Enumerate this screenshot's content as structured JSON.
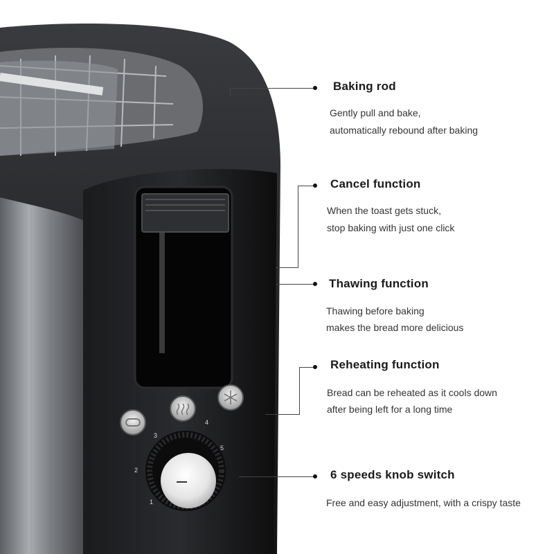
{
  "features": [
    {
      "title": "Baking rod",
      "lines": [
        "Gently pull and bake,",
        "automatically rebound after baking"
      ]
    },
    {
      "title": "Cancel function",
      "lines": [
        "When the toast gets stuck,",
        "stop baking with just one click"
      ]
    },
    {
      "title": "Thawing function",
      "lines": [
        "Thawing before baking",
        "makes the bread more delicious"
      ]
    },
    {
      "title": "Reheating function",
      "lines": [
        "Bread can be reheated as it cools down",
        "after being left for a long time"
      ]
    },
    {
      "title": "6 speeds knob switch",
      "lines": [
        "Free and easy adjustment, with a crispy taste"
      ]
    }
  ],
  "dial": {
    "numbers": [
      "1",
      "2",
      "3",
      "4",
      "5"
    ]
  },
  "colors": {
    "body": "#1c1c1e",
    "steel": "#8a8d92",
    "text": "#1a1a1a",
    "background": "#ffffff"
  },
  "icons": [
    "cancel-button-icon",
    "reheat-steam-icon",
    "defrost-snowflake-icon"
  ]
}
